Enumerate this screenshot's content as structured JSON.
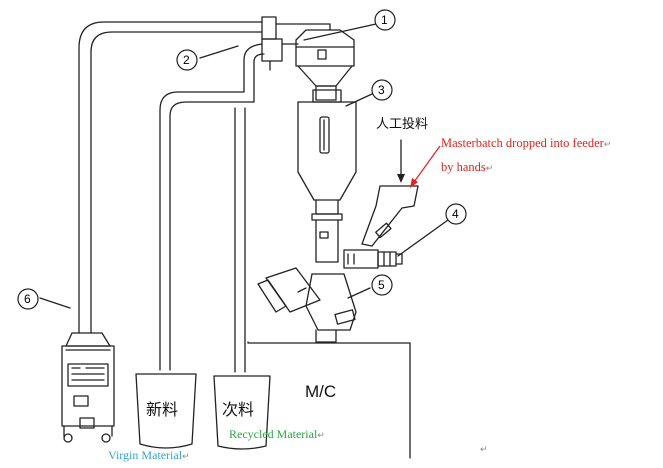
{
  "callouts": [
    "1",
    "2",
    "3",
    "4",
    "5",
    "6"
  ],
  "labels": {
    "manual_feed_cn": "人工投料",
    "new_material_cn": "新料",
    "recycled_material_cn": "次料",
    "machine": "M/C"
  },
  "annotations": {
    "masterbatch_line1": "Masterbatch dropped into feeder",
    "masterbatch_line2": "by hands",
    "recycled_material": "Recycled Material",
    "virgin_material": "Virgin Material",
    "return_mark": "↵"
  },
  "colors": {
    "line": "#222222",
    "red_annotation": "#e8211b",
    "green_annotation": "#2aa640",
    "blue_annotation": "#2fa6d4"
  }
}
